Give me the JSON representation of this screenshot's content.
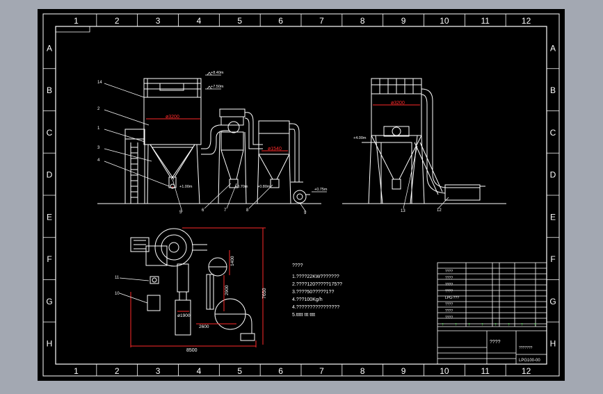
{
  "colors": {
    "window_bg": "#a3a8b2",
    "canvas": "#000000",
    "frame": "#ffffff",
    "dim_red": "#ff2a2a",
    "text_yellow": "#ffff66",
    "accent_green": "#40e040"
  },
  "grid": {
    "columns": [
      "1",
      "2",
      "3",
      "4",
      "5",
      "6",
      "7",
      "8",
      "9",
      "10",
      "11",
      "12"
    ],
    "rows": [
      "A",
      "B",
      "C",
      "D",
      "E",
      "F",
      "G",
      "H"
    ]
  },
  "callouts_left": [
    "14",
    "2",
    "1",
    "3",
    "4",
    "5",
    "6",
    "7",
    "8",
    "9"
  ],
  "callouts_right": [
    "13",
    "12"
  ],
  "plan_callouts": [
    "11",
    "10"
  ],
  "levels": {
    "top_a": "+8.40m",
    "top_b": "+7.50m",
    "base_tower": "+1.00m",
    "base_cyclone1": "+0.70m",
    "base_cyclone2": "+0.80m",
    "fan": "+0.75m",
    "side_right": "+4.00m"
  },
  "diameters": {
    "tower": "ø3200",
    "cyclone_small": "ø1540",
    "tower_right": "ø3200",
    "plan_tower": "ø1900"
  },
  "plan_dims": {
    "width_total": "8500",
    "height_total": "7650",
    "d1": "1400",
    "d2": "2900",
    "d3": "2600"
  },
  "notes": {
    "title": "????",
    "lines": [
      "1.????22KW???????",
      "2.????120?????175??",
      "3.????50?????1??",
      "4.???100Kg/h",
      "4.????????????????",
      "5.ttttt ttt tttt"
    ]
  },
  "title_block": {
    "center_mark": "????",
    "drawing_no": "LPG100-00",
    "company": "???????",
    "row_labels": [
      "????",
      "????",
      "????",
      "????",
      "LPG-???",
      "????",
      "????",
      "????"
    ]
  }
}
